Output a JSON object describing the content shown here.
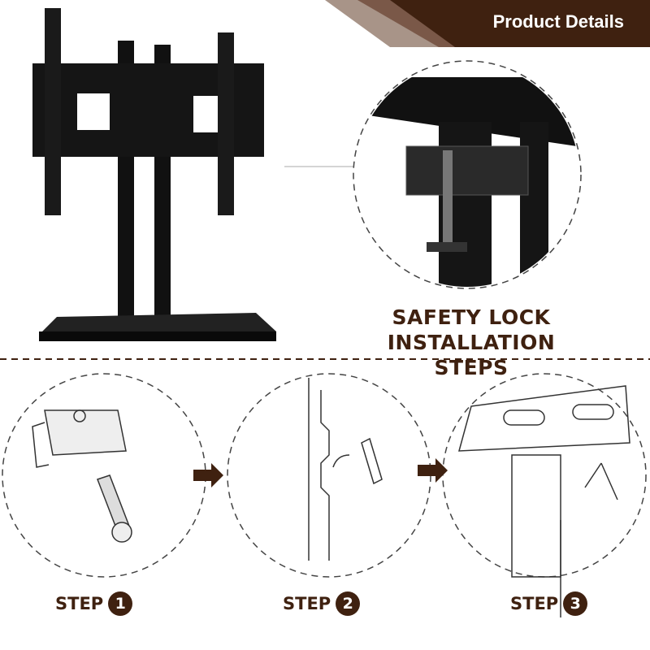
{
  "header": {
    "title": "Product Details",
    "colors": {
      "dark": "#3f2110",
      "mid": "#7a5848",
      "light": "#a89488"
    }
  },
  "caption": {
    "line1": "SAFETY LOCK",
    "line2": "INSTALLATION STEPS"
  },
  "steps": [
    {
      "label": "STEP",
      "number": "1"
    },
    {
      "label": "STEP",
      "number": "2"
    },
    {
      "label": "STEP",
      "number": "3"
    }
  ]
}
